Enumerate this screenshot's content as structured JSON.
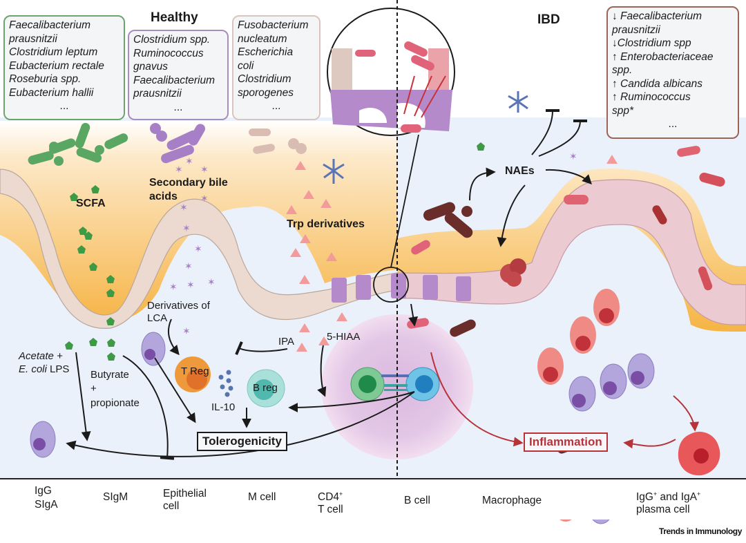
{
  "figure": {
    "panel_titles": {
      "healthy": "Healthy",
      "ibd": "IBD"
    },
    "healthy_boxes": [
      {
        "lines": [
          "Faecalibacterium",
          "prausnitzii",
          "Clostridium leptum",
          "Eubacterium rectale",
          "Roseburia spp.",
          "Eubacterium hallii"
        ],
        "ellipsis": "...",
        "color": "#6aa56b"
      },
      {
        "lines": [
          "Clostridium spp.",
          "Ruminococcus",
          "gnavus",
          "Faecalibacterium",
          "prausnitzii"
        ],
        "ellipsis": "...",
        "color": "#a88bbf"
      },
      {
        "lines": [
          "Fusobacterium",
          "nucleatum",
          "Escherichia",
          "coli",
          "Clostridium",
          "sporogenes"
        ],
        "ellipsis": "...",
        "color": "#d9c4be"
      }
    ],
    "ibd_box": {
      "lines": [
        "↓ Faecalibacterium",
        "prausnitzii",
        "↓Clostridium spp",
        "↑ Enterobacteriaceae",
        "spp.",
        "↑ Candida albicans",
        "↑ Ruminococcus",
        "spp*"
      ],
      "ellipsis": "...",
      "color": "#9a6458"
    },
    "labels": {
      "scfa": "SCFA",
      "secondary_bile_acids_1": "Secondary bile",
      "secondary_bile_acids_2": "acids",
      "trp_derivatives": "Trp derivatives",
      "nae": "NAEs",
      "derivatives_lca_1": "Derivatives of",
      "derivatives_lca_2": "LCA",
      "ipa": "IPA",
      "hiaa": "5-HIAA",
      "acetate_1": "Acetate +",
      "acetate_2a": "E. coli",
      "acetate_2b": " LPS",
      "butyrate_1": "Butyrate",
      "butyrate_2": "+",
      "butyrate_3": "propionate",
      "treg": "T Reg",
      "breg": "B reg",
      "il10": "IL-10",
      "tolerogenicity": "Tolerogenicity",
      "inflammation": "Inflammation"
    },
    "colors": {
      "mucus": "#f7b84a",
      "lamina": "#eaf1fa",
      "epithelial": "#ecd9cf",
      "ibd_epithelial": "#eccad1",
      "m_cell": "#b58acb",
      "scfa": "#3e9a45",
      "bile_acid": "#a77fc6",
      "trp": "#f39a9a",
      "inflammation": "#b8323a",
      "treg": "#ee9a3c",
      "breg": "#9fdcd6",
      "cd4": "#7fc995",
      "bcell": "#6ec3e6"
    }
  },
  "legend": {
    "items": [
      {
        "icon": "igg-icon",
        "label": "IgG"
      },
      {
        "icon": "siga-icon",
        "label": "SIgA"
      },
      {
        "icon": "sigm-icon",
        "label": "SIgM"
      },
      {
        "icon": "epithelial-cell-icon",
        "label_1": "Epithelial",
        "label_2": "cell"
      },
      {
        "icon": "m-cell-icon",
        "label": "M cell"
      },
      {
        "icon": "cd4-t-cell-icon",
        "label_1": "CD4",
        "sup": "+",
        "label_2": "T cell"
      },
      {
        "icon": "b-cell-icon",
        "label": "B cell"
      },
      {
        "icon": "macrophage-icon",
        "label": "Macrophage"
      },
      {
        "icon": "plasma-cell-icon",
        "label_1": "IgG",
        "sup1": "+",
        "label_mid": " and IgA",
        "sup2": "+",
        "label_2": "plasma cell"
      }
    ]
  },
  "credit": "Trends in Immunology"
}
